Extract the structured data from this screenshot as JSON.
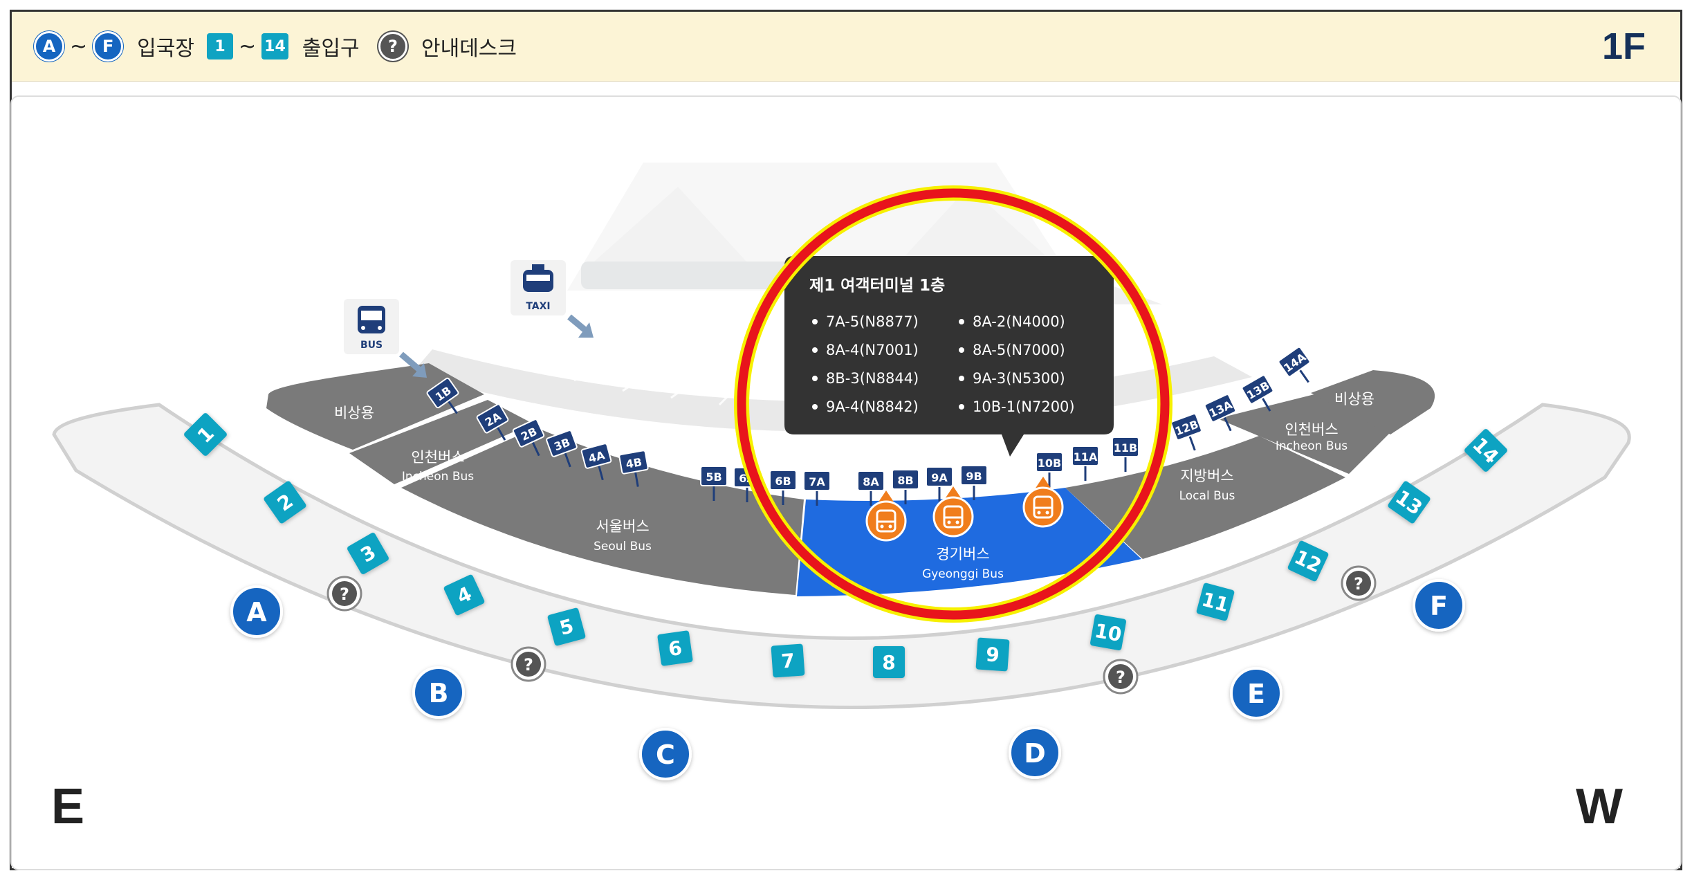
{
  "legend": {
    "gate_start": "A",
    "gate_end": "F",
    "tilde1": "~",
    "gates_label": "입국장",
    "exit_start": "1",
    "exit_end": "14",
    "tilde2": "~",
    "exits_label": "출입구",
    "info_icon": "?",
    "info_label": "안내데스크"
  },
  "floor": "1F",
  "compass": {
    "left": "E",
    "right": "W"
  },
  "icons": {
    "bus": "BUS",
    "taxi": "TAXI"
  },
  "zones": {
    "emergency_left": "비상용",
    "emergency_right": "비상용",
    "incheon_left_ko": "인천버스",
    "incheon_left_en": "Incheon Bus",
    "seoul_ko": "서울버스",
    "seoul_en": "Seoul Bus",
    "gyeonggi_ko": "경기버스",
    "gyeonggi_en": "Gyeonggi Bus",
    "local_ko": "지방버스",
    "local_en": "Local Bus",
    "incheon_right_ko": "인천버스",
    "incheon_right_en": "Incheon Bus"
  },
  "stops": [
    "1B",
    "2A",
    "2B",
    "3B",
    "4A",
    "4B",
    "5B",
    "6A",
    "6B",
    "7A",
    "8A",
    "8B",
    "9A",
    "9B",
    "10B",
    "11A",
    "11B",
    "12B",
    "13A",
    "13B",
    "14A"
  ],
  "exits": [
    "1",
    "2",
    "3",
    "4",
    "5",
    "6",
    "7",
    "8",
    "9",
    "10",
    "11",
    "12",
    "13",
    "14"
  ],
  "gates": [
    "A",
    "B",
    "C",
    "D",
    "E",
    "F"
  ],
  "info_desk": "?",
  "tooltip": {
    "title": "제1 여객터미널 1층",
    "col1": [
      "7A-5(N8877)",
      "8A-4(N7001)",
      "8B-3(N8844)",
      "9A-4(N8842)"
    ],
    "col2": [
      "8A-2(N4000)",
      "8A-5(N7000)",
      "9A-3(N5300)",
      "10B-1(N7200)"
    ]
  },
  "colors": {
    "gate_blue": "#1565c0",
    "exit_teal": "#0fa3c2",
    "stop_navy": "#1f3e7a",
    "zone_gray": "#7a7a7a",
    "gyeonggi_blue": "#1f6be0",
    "highlight_red": "#e8141c",
    "highlight_yellow": "#f7f000",
    "pin_orange": "#f07d1c"
  }
}
